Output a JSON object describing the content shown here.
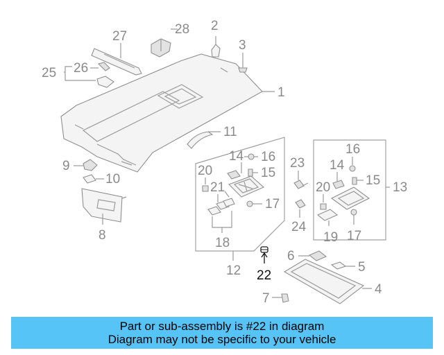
{
  "diagram": {
    "labels": {
      "p1": "1",
      "p2": "2",
      "p3": "3",
      "p4": "4",
      "p5": "5",
      "p6": "6",
      "p7": "7",
      "p8": "8",
      "p9": "9",
      "p10": "10",
      "p11": "11",
      "p12": "12",
      "p13": "13",
      "p14a": "14",
      "p14b": "14",
      "p15a": "15",
      "p15b": "15",
      "p16a": "16",
      "p16b": "16",
      "p17a": "17",
      "p17b": "17",
      "p18": "18",
      "p19": "19",
      "p20a": "20",
      "p20b": "20",
      "p21": "21",
      "p22": "22",
      "p23": "23",
      "p24": "24",
      "p25": "25",
      "p26": "26",
      "p27": "27",
      "p28": "28"
    },
    "highlighted_part": "22",
    "colors": {
      "line": "#9a9a9a",
      "highlight": "#111111"
    }
  },
  "banner": {
    "line1": "Part or sub-assembly is #22 in diagram",
    "line2": "Diagram may not be specific to your vehicle",
    "background": "#57c4f7"
  }
}
